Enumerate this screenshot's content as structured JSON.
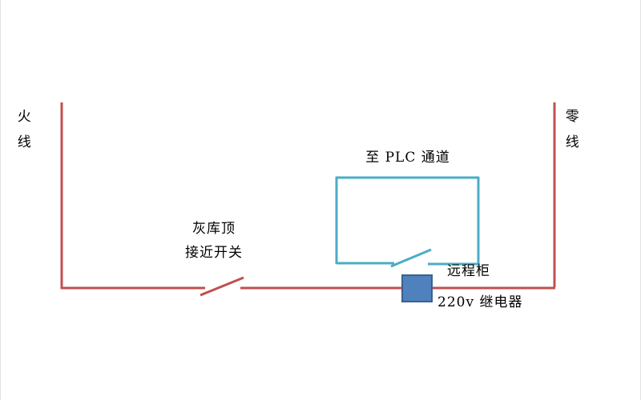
{
  "diagram": {
    "labels": {
      "live_wire": "火线",
      "neutral_wire": "零线",
      "plc_channel": "至 PLC 通道",
      "proximity_switch": [
        "灰库顶",
        "接近开关"
      ],
      "remote_cabinet": "远程柜",
      "relay": "220v 继电器"
    },
    "colors": {
      "power_line": "#c0504d",
      "signal_line": "#4bacc6",
      "relay_fill": "#4f81bd",
      "relay_border": "#38618e"
    }
  }
}
